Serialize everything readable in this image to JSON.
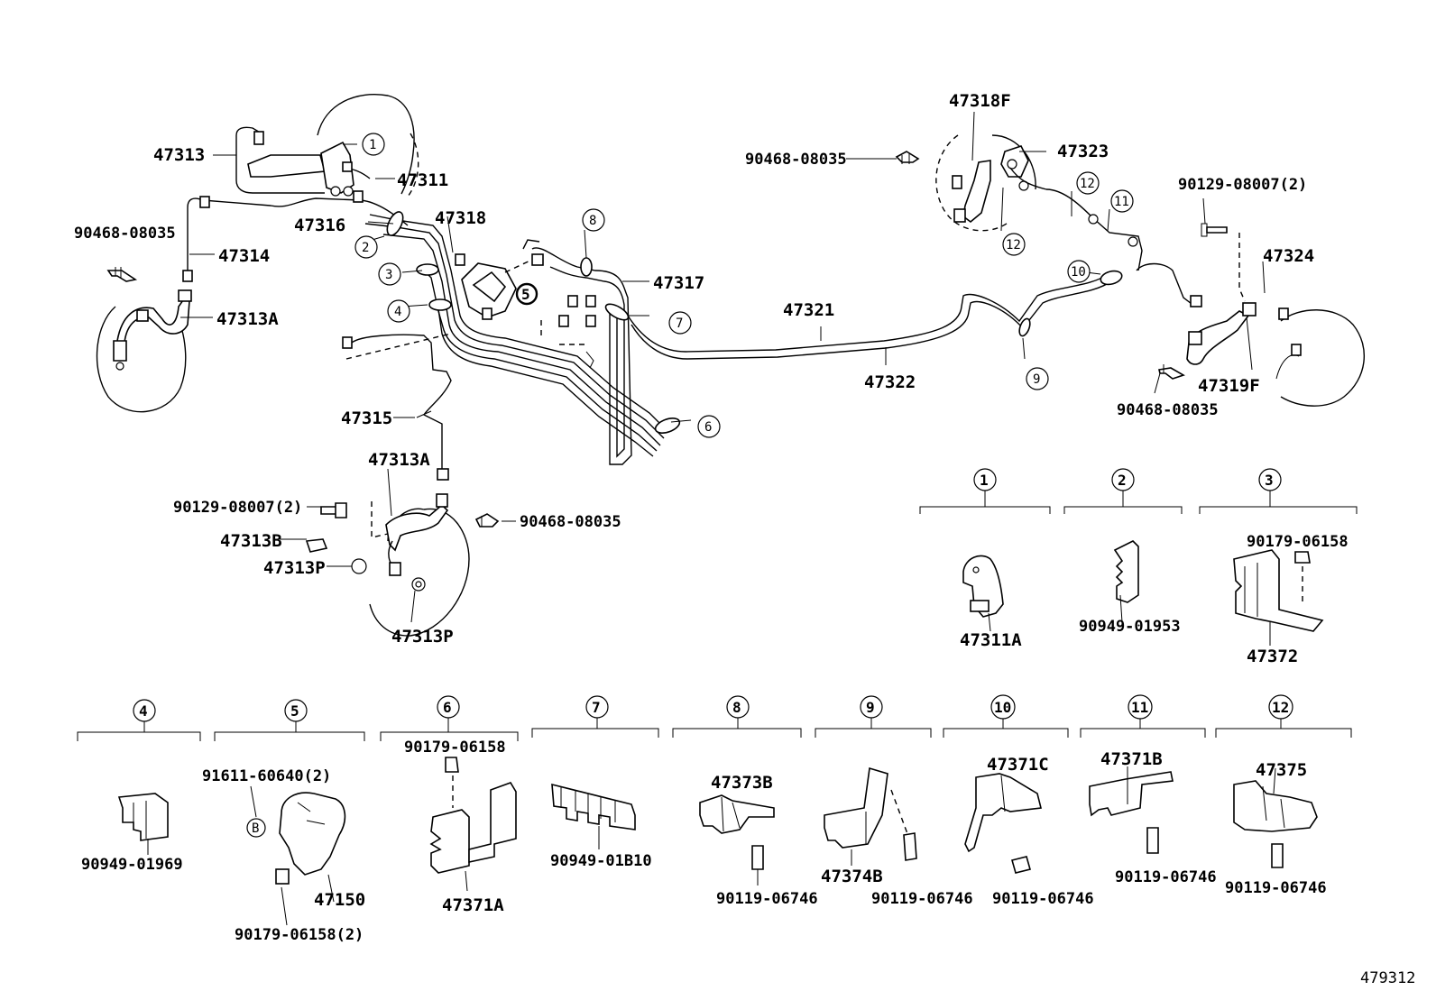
{
  "diagram_code": "479312",
  "part_labels": {
    "p47313": "47313",
    "p47311": "47311",
    "p47316": "47316",
    "p47318": "47318",
    "p90468_a": "90468-08035",
    "p47314": "47314",
    "p47313A_top": "47313A",
    "p47317": "47317",
    "p47315": "47315",
    "p47313A_mid": "47313A",
    "p90129_a": "90129-08007(2)",
    "p90468_c": "90468-08035",
    "p47313B": "47313B",
    "p47313P_a": "47313P",
    "p47313P_b": "47313P",
    "p47318F": "47318F",
    "p90468_b": "90468-08035",
    "p47323": "47323",
    "p90129_b": "90129-08007(2)",
    "p47324": "47324",
    "p47321": "47321",
    "p47322": "47322",
    "p47319F": "47319F",
    "p90468_d": "90468-08035",
    "p47311A": "47311A",
    "p90949_01953": "90949-01953",
    "p90179_a": "90179-06158",
    "p47372": "47372",
    "p90949_01969": "90949-01969",
    "p91611": "91611-60640(2)",
    "p47150": "47150",
    "p90179_b": "90179-06158(2)",
    "p90179_c": "90179-06158",
    "p47371A": "47371A",
    "p90949_01B10": "90949-01B10",
    "p47373B": "47373B",
    "p90119_a": "90119-06746",
    "p47374B": "47374B",
    "p90119_b": "90119-06746",
    "p47371C": "47371C",
    "p90119_c": "90119-06746",
    "p47371B": "47371B",
    "p90119_d": "90119-06746",
    "p47375": "47375",
    "p90119_e": "90119-06746"
  },
  "callouts": {
    "c1": "1",
    "c2": "2",
    "c3": "3",
    "c4": "4",
    "c5": "5",
    "c6": "6",
    "c7": "7",
    "c8": "8",
    "c9": "9",
    "c10": "10",
    "c11": "11",
    "c12a": "12",
    "c12b": "12"
  },
  "groups": {
    "g1": "1",
    "g2": "2",
    "g3": "3",
    "g4": "4",
    "g5": "5",
    "g6": "6",
    "g7": "7",
    "g8": "8",
    "g9": "9",
    "g10": "10",
    "g11": "11",
    "g12": "12"
  },
  "inline_marks": {
    "b_mark": "B"
  }
}
